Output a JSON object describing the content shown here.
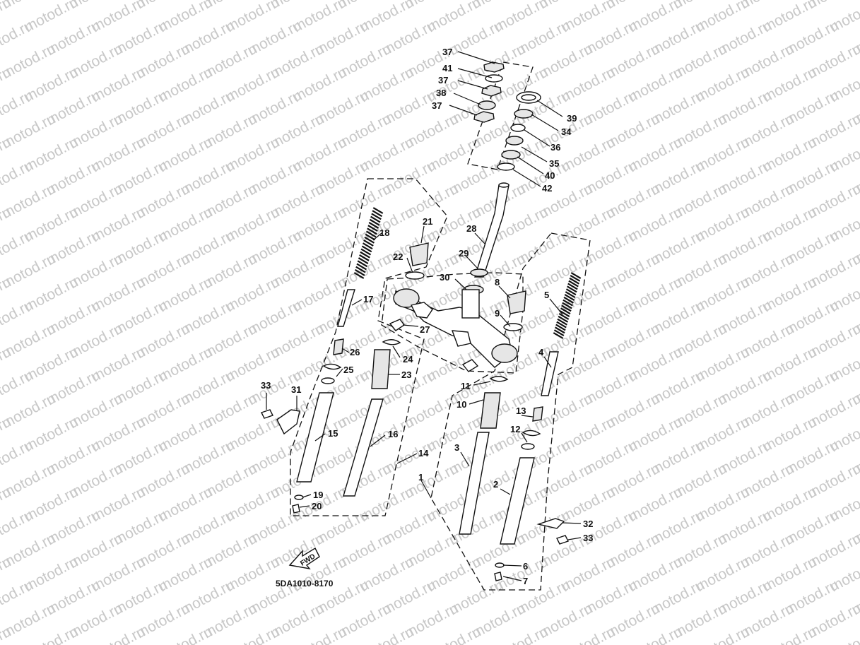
{
  "watermark": "motod.ru",
  "diagram_code": "5DA1010-8170",
  "fwd_arrow": {
    "text": "FWD",
    "icon": "fwd-arrow-icon"
  },
  "callouts": [
    {
      "id": "c1",
      "label": "1"
    },
    {
      "id": "c2",
      "label": "2"
    },
    {
      "id": "c3",
      "label": "3"
    },
    {
      "id": "c4",
      "label": "4"
    },
    {
      "id": "c5",
      "label": "5"
    },
    {
      "id": "c6",
      "label": "6"
    },
    {
      "id": "c7",
      "label": "7"
    },
    {
      "id": "c8",
      "label": "8"
    },
    {
      "id": "c9",
      "label": "9"
    },
    {
      "id": "c10",
      "label": "10"
    },
    {
      "id": "c11",
      "label": "11"
    },
    {
      "id": "c12",
      "label": "12"
    },
    {
      "id": "c13",
      "label": "13"
    },
    {
      "id": "c14",
      "label": "14"
    },
    {
      "id": "c15",
      "label": "15"
    },
    {
      "id": "c16",
      "label": "16"
    },
    {
      "id": "c17",
      "label": "17"
    },
    {
      "id": "c18",
      "label": "18"
    },
    {
      "id": "c19",
      "label": "19"
    },
    {
      "id": "c20",
      "label": "20"
    },
    {
      "id": "c21",
      "label": "21"
    },
    {
      "id": "c22",
      "label": "22"
    },
    {
      "id": "c23",
      "label": "23"
    },
    {
      "id": "c24",
      "label": "24"
    },
    {
      "id": "c25",
      "label": "25"
    },
    {
      "id": "c26",
      "label": "26"
    },
    {
      "id": "c27",
      "label": "27"
    },
    {
      "id": "c28",
      "label": "28"
    },
    {
      "id": "c29",
      "label": "29"
    },
    {
      "id": "c30",
      "label": "30"
    },
    {
      "id": "c31",
      "label": "31"
    },
    {
      "id": "c32",
      "label": "32"
    },
    {
      "id": "c33a",
      "label": "33"
    },
    {
      "id": "c33b",
      "label": "33"
    },
    {
      "id": "c34",
      "label": "34"
    },
    {
      "id": "c35",
      "label": "35"
    },
    {
      "id": "c36",
      "label": "36"
    },
    {
      "id": "c37a",
      "label": "37"
    },
    {
      "id": "c37b",
      "label": "37"
    },
    {
      "id": "c37c",
      "label": "37"
    },
    {
      "id": "c38",
      "label": "38"
    },
    {
      "id": "c39",
      "label": "39"
    },
    {
      "id": "c40",
      "label": "40"
    },
    {
      "id": "c41",
      "label": "41"
    },
    {
      "id": "c42",
      "label": "42"
    }
  ]
}
